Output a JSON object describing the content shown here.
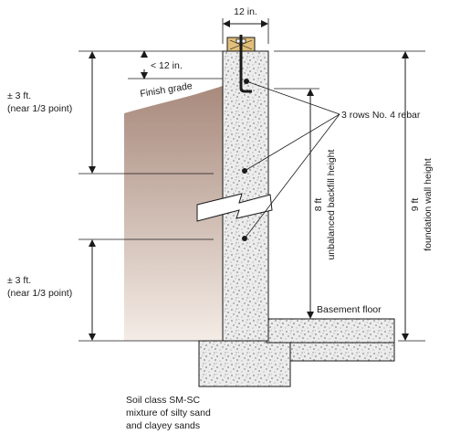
{
  "labels": {
    "wall_width": "12 in.",
    "anchor_height": "< 12 in.",
    "finish_grade": "Finish grade",
    "upper_span_line1": "± 3 ft.",
    "upper_span_line2": "(near 1/3 point)",
    "lower_span_line1": "± 3 ft.",
    "lower_span_line2": "(near 1/3 point)",
    "rebar": "3 rows No. 4 rebar",
    "backfill_line1": "8 ft",
    "backfill_line2": "unbalanced backfill height",
    "wall_height_line1": "9 ft",
    "wall_height_line2": "foundation wall height",
    "basement_floor": "Basement floor",
    "soil_line1": "Soil class SM-SC",
    "soil_line2": "mixture of silty sand",
    "soil_line3": "and clayey sands"
  },
  "colors": {
    "soil_top": "#a88a7c",
    "soil_bottom": "#f4ece6",
    "concrete": "#e9e9e9",
    "sill_plate": "#e2bf7a",
    "lines": "#1a1a1a"
  }
}
